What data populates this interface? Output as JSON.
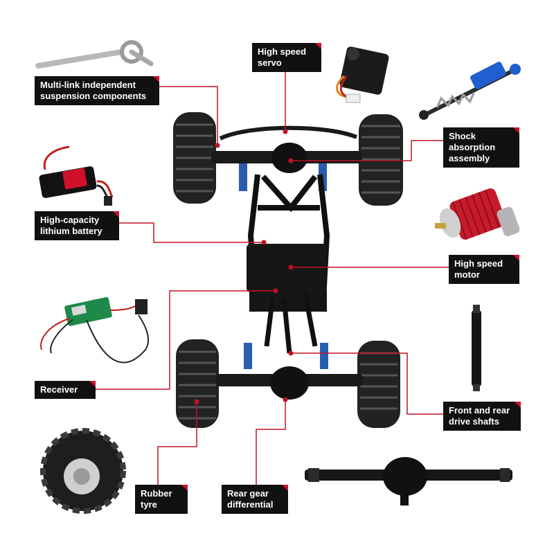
{
  "accent_color": "#d0102a",
  "label_bg": "#111111",
  "callouts": [
    {
      "id": "servo",
      "line1": "High speed",
      "line2": "servo"
    },
    {
      "id": "suspension",
      "line1": "Multi-link independent",
      "line2": "suspension components"
    },
    {
      "id": "shock",
      "line1": "Shock",
      "line2": "absorption",
      "line3": "assembly"
    },
    {
      "id": "battery",
      "line1": "High-capacity",
      "line2": "lithium battery"
    },
    {
      "id": "motor",
      "line1": "High speed",
      "line2": "motor"
    },
    {
      "id": "receiver",
      "line1": "Receiver"
    },
    {
      "id": "driveshafts",
      "line1": "Front and rear",
      "line2": "drive shafts"
    },
    {
      "id": "tyre",
      "line1": "Rubber",
      "line2": "tyre"
    },
    {
      "id": "differential",
      "line1": "Rear gear",
      "line2": "differential"
    }
  ],
  "component_images": [
    "drive-shaft-rod",
    "servo",
    "shock-absorber",
    "lipo-battery",
    "electric-motor",
    "receiver-board",
    "drive-shaft",
    "rubber-tyre",
    "rear-axle"
  ]
}
